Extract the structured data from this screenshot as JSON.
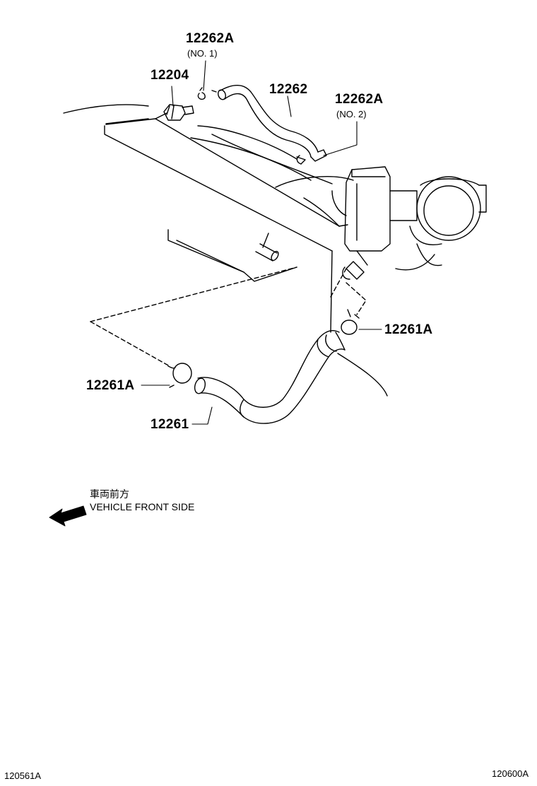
{
  "parts": {
    "p12262A_1": {
      "number": "12262A",
      "sub": "(NO. 1)"
    },
    "p12204": {
      "number": "12204"
    },
    "p12262": {
      "number": "12262"
    },
    "p12262A_2": {
      "number": "12262A",
      "sub": "(NO. 2)"
    },
    "p12261A_right": {
      "number": "12261A"
    },
    "p12261A_left": {
      "number": "12261A"
    },
    "p12261": {
      "number": "12261"
    }
  },
  "direction": {
    "jp_label": "車両前方",
    "en_label": "VEHICLE FRONT SIDE",
    "icon": "arrow-left-icon"
  },
  "footer": {
    "left_code": "120561A",
    "right_code": "120600A"
  }
}
